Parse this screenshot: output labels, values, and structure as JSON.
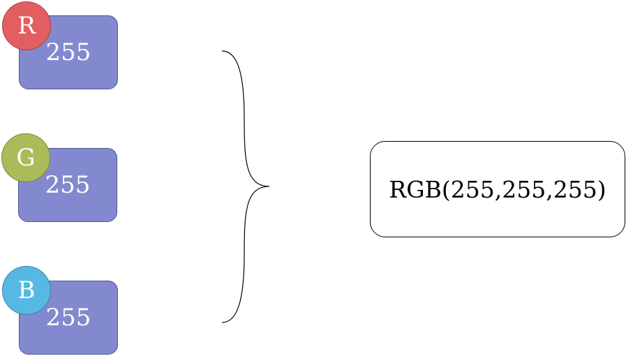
{
  "channels": [
    {
      "letter": "R",
      "value": "255",
      "badge_color": "#e35e60",
      "badge_border": "#a8403f"
    },
    {
      "letter": "G",
      "value": "255",
      "badge_color": "#acbb59",
      "badge_border": "#7a8a35"
    },
    {
      "letter": "B",
      "value": "255",
      "badge_color": "#56b9e4",
      "badge_border": "#3a84a8"
    }
  ],
  "result": {
    "label": "RGB(255,255,255)"
  },
  "colors": {
    "value_box_fill": "#8289cf",
    "value_box_border": "#4f5791"
  }
}
